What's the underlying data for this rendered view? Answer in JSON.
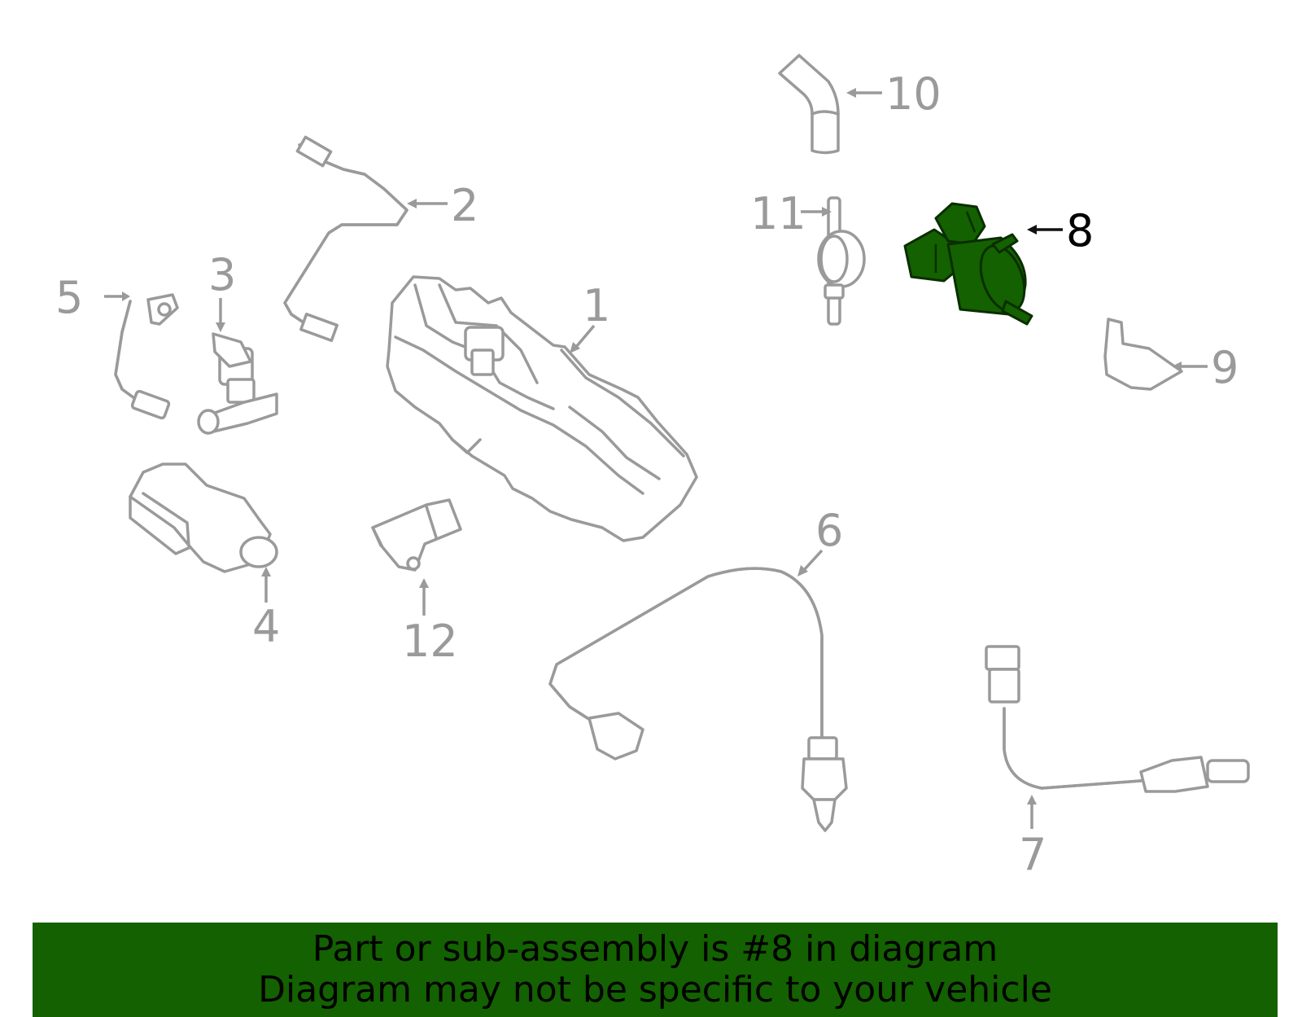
{
  "colors": {
    "part_outline": "#9a9a9a",
    "highlight_fill": "#136100",
    "banner_bg": "#136100",
    "banner_text": "#000000"
  },
  "callouts": [
    {
      "id": "1",
      "label": "1"
    },
    {
      "id": "2",
      "label": "2"
    },
    {
      "id": "3",
      "label": "3"
    },
    {
      "id": "4",
      "label": "4"
    },
    {
      "id": "5",
      "label": "5"
    },
    {
      "id": "6",
      "label": "6"
    },
    {
      "id": "7",
      "label": "7"
    },
    {
      "id": "8",
      "label": "8",
      "highlighted": true
    },
    {
      "id": "9",
      "label": "9"
    },
    {
      "id": "10",
      "label": "10"
    },
    {
      "id": "11",
      "label": "11"
    },
    {
      "id": "12",
      "label": "12"
    }
  ],
  "banner": {
    "line1": "Part or sub-assembly is #8 in diagram",
    "line2": "Diagram may not be specific to your vehicle"
  }
}
